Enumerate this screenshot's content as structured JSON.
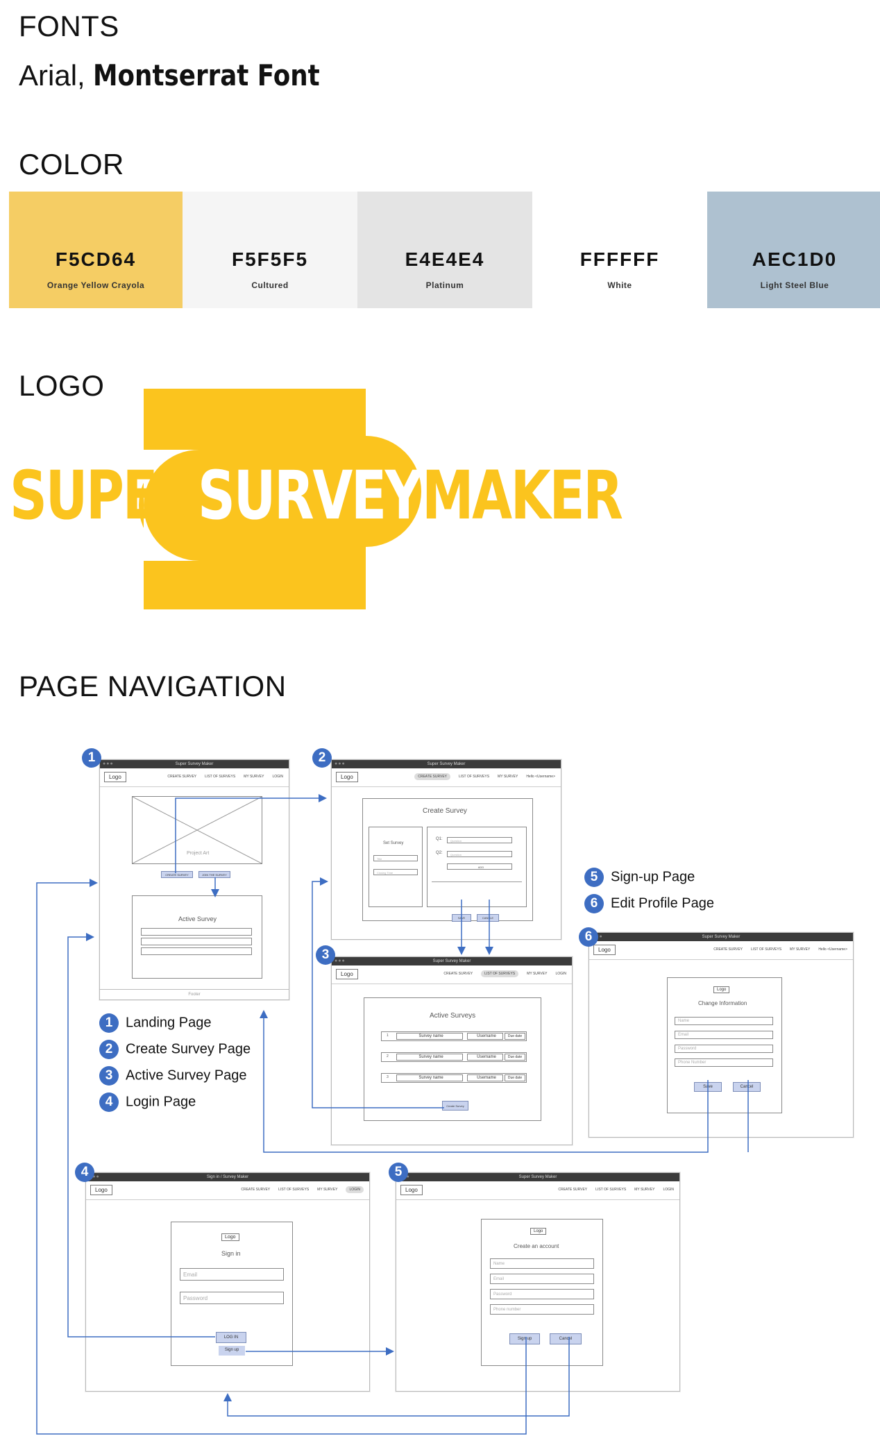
{
  "headings": {
    "fonts": "FONTS",
    "fonts_line_1": "Arial,",
    "fonts_line_2": "Montserrat Font",
    "color": "COLOR",
    "logo": "LOGO",
    "page_navigation": "PAGE NAVIGATION"
  },
  "palette": [
    {
      "hex": "F5CD64",
      "name": "Orange Yellow Crayola",
      "color": "#F5CD64"
    },
    {
      "hex": "F5F5F5",
      "name": "Cultured",
      "color": "#F5F5F5"
    },
    {
      "hex": "E4E4E4",
      "name": "Platinum",
      "color": "#E4E4E4"
    },
    {
      "hex": "FFFFFF",
      "name": "White",
      "color": "#FFFFFF"
    },
    {
      "hex": "AEC1D0",
      "name": "Light Steel Blue",
      "color": "#AEC1D0"
    }
  ],
  "logo": {
    "word1": "SUPER",
    "word2": "SURVEY",
    "word3": "MAKER",
    "color": "#FBC41E"
  },
  "legend": [
    {
      "num": "1",
      "label": "Landing Page"
    },
    {
      "num": "2",
      "label": "Create Survey Page"
    },
    {
      "num": "3",
      "label": "Active Survey Page"
    },
    {
      "num": "4",
      "label": "Login Page"
    },
    {
      "num": "5",
      "label": "Sign-up Page"
    },
    {
      "num": "6",
      "label": "Edit Profile Page"
    }
  ],
  "wireframes": {
    "landing": {
      "title": "Super Survey Maker",
      "logo": "Logo",
      "nav": [
        "CREATE SURVEY",
        "LIST OF SURVEYS",
        "MY SURVEY",
        "LOGIN"
      ],
      "hero": "Project Art",
      "btn1": "CREATE SURVEY",
      "btn2": "JOIN THE SURVEY",
      "active": "Active Survey",
      "footer": "Footer"
    },
    "create": {
      "title": "Super Survey Maker",
      "logo": "Logo",
      "nav": [
        "CREATE SURVEY",
        "LIST OF SURVEYS",
        "MY SURVEY",
        "Hello <Username>"
      ],
      "heading": "Create Survey",
      "set": "Set Survey",
      "title_field": "Title",
      "closing": "Closing Time",
      "q1": "Q1:",
      "q2": "Q2:",
      "ans1": "Question",
      "ans2": "Question",
      "add": "ADD",
      "save": "SAVE",
      "cancel": "CANCLE"
    },
    "active": {
      "title": "Super Survey Maker",
      "logo": "Logo",
      "nav": [
        "CREATE SURVEY",
        "LIST OF SURVEYS",
        "MY SURVEY",
        "LOGIN"
      ],
      "heading": "Active Surveys",
      "rows": [
        {
          "n": "1",
          "name": "Survey name",
          "user": "Username",
          "due": "Due date"
        },
        {
          "n": "2",
          "name": "Survey name",
          "user": "Username",
          "due": "Due date"
        },
        {
          "n": "3",
          "name": "Survey name",
          "user": "Username",
          "due": "Due date"
        }
      ],
      "create": "Create Survey"
    },
    "login": {
      "title": "Sign in / Survey Maker",
      "logo": "Logo",
      "nav": [
        "CREATE SURVEY",
        "LIST OF SURVEYS",
        "MY SURVEY",
        "LOGIN"
      ],
      "card_logo": "Logo",
      "heading": "Sign in",
      "email": "Email",
      "password": "Password",
      "login": "LOG IN",
      "signup": "Sign up"
    },
    "signup": {
      "title": "Super Survey Maker",
      "logo": "Logo",
      "nav": [
        "CREATE SURVEY",
        "LIST OF SURVEYS",
        "MY SURVEY",
        "LOGIN"
      ],
      "card_logo": "Logo",
      "heading": "Create an account",
      "name": "Name",
      "email": "Email",
      "password": "Password",
      "phone": "Phone number",
      "signup": "Sign up",
      "cancel": "Cancel"
    },
    "profile": {
      "title": "Super Survey Maker",
      "logo": "Logo",
      "nav": [
        "CREATE SURVEY",
        "LIST OF SURVEYS",
        "MY SURVEY",
        "Hello <Username>"
      ],
      "card_logo": "Logo",
      "heading": "Change Information",
      "name": "Name",
      "email": "Email",
      "password": "Password",
      "phone": "Phone Number",
      "save": "Save",
      "cancel": "Cancel"
    }
  }
}
